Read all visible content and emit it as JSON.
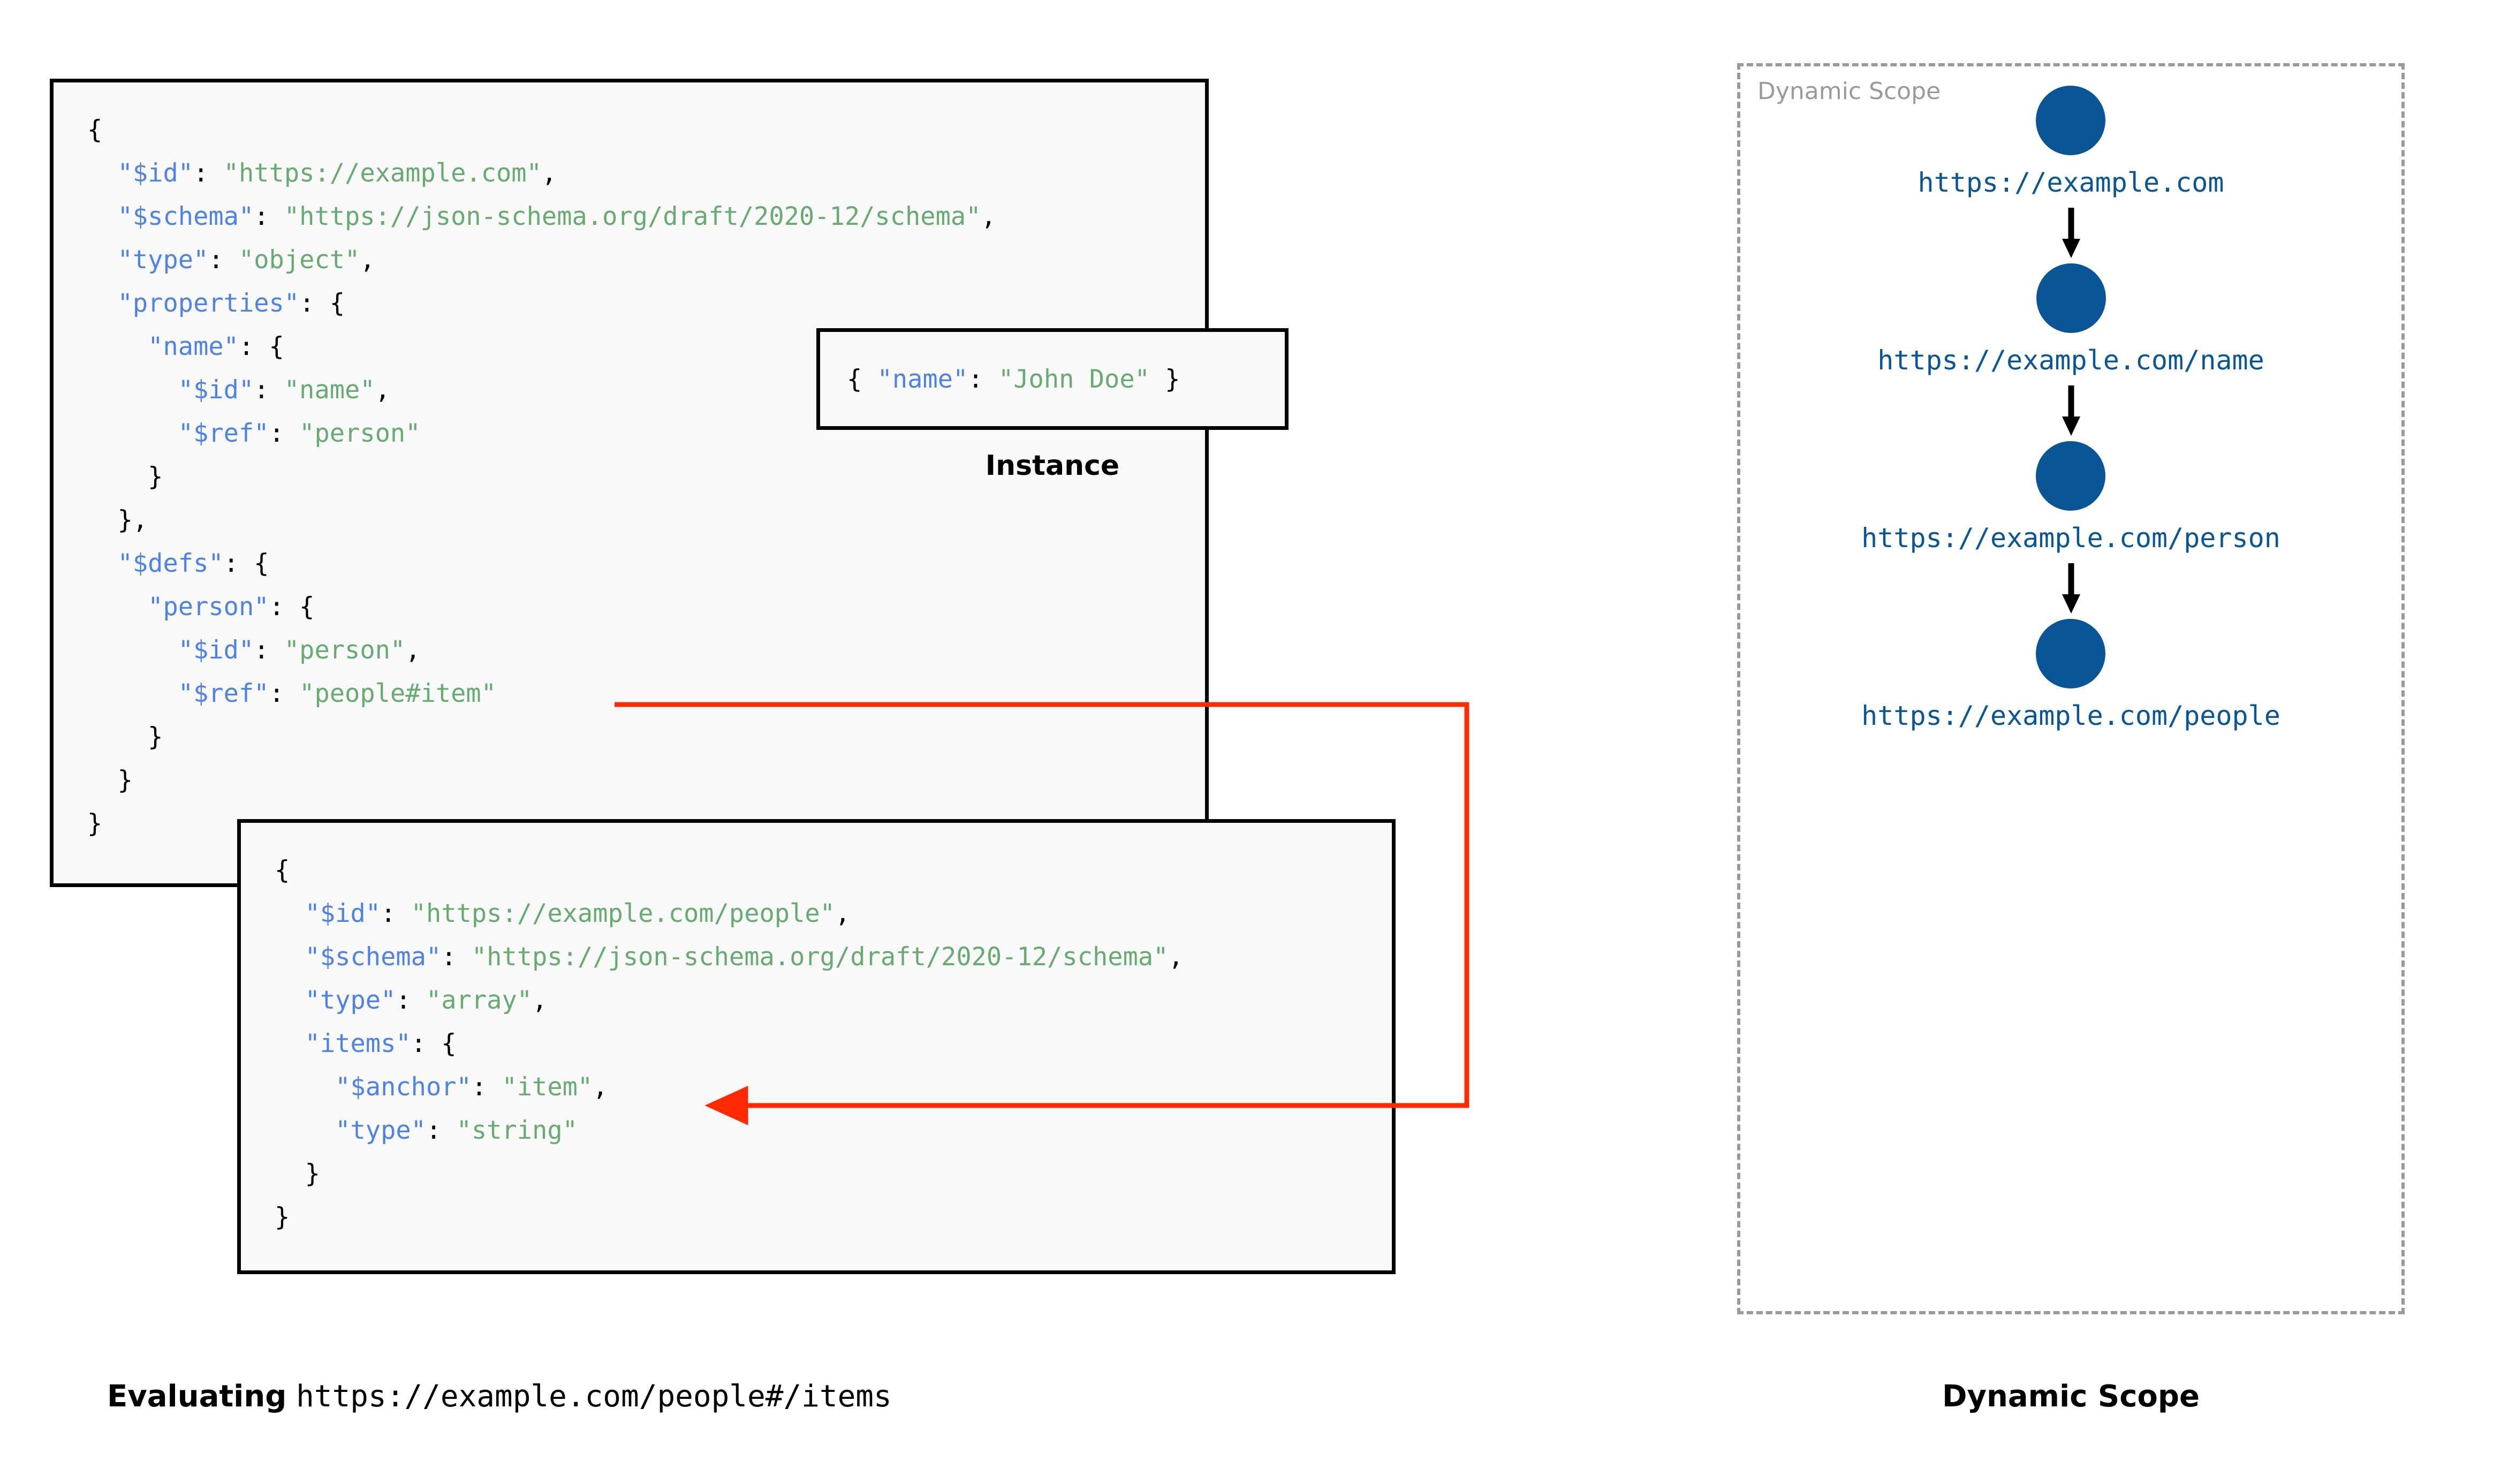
{
  "diagram": {
    "title_left": "Evaluating",
    "title_left_mono": "https://example.com/people#/items",
    "title_right": "Dynamic Scope"
  },
  "colors": {
    "json_key": "#4F82E8",
    "json_string": "#68AB72",
    "punctuation": "#000000",
    "scope_blue": "#0A5596",
    "scope_dashed_border": "#9a9a9a",
    "ref_arrow_red": "#FF2A00",
    "box_border": "#000000",
    "box_fill": "#f9f9f9"
  },
  "schema_root": {
    "name": "root-schema",
    "lines": [
      [
        {
          "t": "{",
          "c": "p"
        }
      ],
      [
        {
          "t": "  ",
          "c": "p"
        },
        {
          "t": "\"$id\"",
          "c": "k"
        },
        {
          "t": ": ",
          "c": "p"
        },
        {
          "t": "\"https://example.com\"",
          "c": "s"
        },
        {
          "t": ",",
          "c": "p"
        }
      ],
      [
        {
          "t": "  ",
          "c": "p"
        },
        {
          "t": "\"$schema\"",
          "c": "k"
        },
        {
          "t": ": ",
          "c": "p"
        },
        {
          "t": "\"https://json-schema.org/draft/2020-12/schema\"",
          "c": "s"
        },
        {
          "t": ",",
          "c": "p"
        }
      ],
      [
        {
          "t": "  ",
          "c": "p"
        },
        {
          "t": "\"type\"",
          "c": "k"
        },
        {
          "t": ": ",
          "c": "p"
        },
        {
          "t": "\"object\"",
          "c": "s"
        },
        {
          "t": ",",
          "c": "p"
        }
      ],
      [
        {
          "t": "  ",
          "c": "p"
        },
        {
          "t": "\"properties\"",
          "c": "k"
        },
        {
          "t": ": {",
          "c": "p"
        }
      ],
      [
        {
          "t": "    ",
          "c": "p"
        },
        {
          "t": "\"name\"",
          "c": "k"
        },
        {
          "t": ": {",
          "c": "p"
        }
      ],
      [
        {
          "t": "      ",
          "c": "p"
        },
        {
          "t": "\"$id\"",
          "c": "k"
        },
        {
          "t": ": ",
          "c": "p"
        },
        {
          "t": "\"name\"",
          "c": "s"
        },
        {
          "t": ",",
          "c": "p"
        }
      ],
      [
        {
          "t": "      ",
          "c": "p"
        },
        {
          "t": "\"$ref\"",
          "c": "k"
        },
        {
          "t": ": ",
          "c": "p"
        },
        {
          "t": "\"person\"",
          "c": "s"
        }
      ],
      [
        {
          "t": "    }",
          "c": "p"
        }
      ],
      [
        {
          "t": "  },",
          "c": "p"
        }
      ],
      [
        {
          "t": "  ",
          "c": "p"
        },
        {
          "t": "\"$defs\"",
          "c": "k"
        },
        {
          "t": ": {",
          "c": "p"
        }
      ],
      [
        {
          "t": "    ",
          "c": "p"
        },
        {
          "t": "\"person\"",
          "c": "k"
        },
        {
          "t": ": {",
          "c": "p"
        }
      ],
      [
        {
          "t": "      ",
          "c": "p"
        },
        {
          "t": "\"$id\"",
          "c": "k"
        },
        {
          "t": ": ",
          "c": "p"
        },
        {
          "t": "\"person\"",
          "c": "s"
        },
        {
          "t": ",",
          "c": "p"
        }
      ],
      [
        {
          "t": "      ",
          "c": "p"
        },
        {
          "t": "\"$ref\"",
          "c": "k"
        },
        {
          "t": ": ",
          "c": "p"
        },
        {
          "t": "\"people#item\"",
          "c": "s"
        }
      ],
      [
        {
          "t": "    }",
          "c": "p"
        }
      ],
      [
        {
          "t": "  }",
          "c": "p"
        }
      ],
      [
        {
          "t": "}",
          "c": "p"
        }
      ]
    ]
  },
  "instance": {
    "caption": "Instance",
    "lines": [
      [
        {
          "t": "{ ",
          "c": "p"
        },
        {
          "t": "\"name\"",
          "c": "k"
        },
        {
          "t": ": ",
          "c": "p"
        },
        {
          "t": "\"John Doe\"",
          "c": "s"
        },
        {
          "t": " }",
          "c": "p"
        }
      ]
    ]
  },
  "schema_people": {
    "name": "people-schema",
    "lines": [
      [
        {
          "t": "{",
          "c": "p"
        }
      ],
      [
        {
          "t": "  ",
          "c": "p"
        },
        {
          "t": "\"$id\"",
          "c": "k"
        },
        {
          "t": ": ",
          "c": "p"
        },
        {
          "t": "\"https://example.com/people\"",
          "c": "s"
        },
        {
          "t": ",",
          "c": "p"
        }
      ],
      [
        {
          "t": "  ",
          "c": "p"
        },
        {
          "t": "\"$schema\"",
          "c": "k"
        },
        {
          "t": ": ",
          "c": "p"
        },
        {
          "t": "\"https://json-schema.org/draft/2020-12/schema\"",
          "c": "s"
        },
        {
          "t": ",",
          "c": "p"
        }
      ],
      [
        {
          "t": "  ",
          "c": "p"
        },
        {
          "t": "\"type\"",
          "c": "k"
        },
        {
          "t": ": ",
          "c": "p"
        },
        {
          "t": "\"array\"",
          "c": "s"
        },
        {
          "t": ",",
          "c": "p"
        }
      ],
      [
        {
          "t": "  ",
          "c": "p"
        },
        {
          "t": "\"items\"",
          "c": "k"
        },
        {
          "t": ": {",
          "c": "p"
        }
      ],
      [
        {
          "t": "    ",
          "c": "p"
        },
        {
          "t": "\"$anchor\"",
          "c": "k"
        },
        {
          "t": ": ",
          "c": "p"
        },
        {
          "t": "\"item\"",
          "c": "s"
        },
        {
          "t": ",",
          "c": "p"
        }
      ],
      [
        {
          "t": "    ",
          "c": "p"
        },
        {
          "t": "\"type\"",
          "c": "k"
        },
        {
          "t": ": ",
          "c": "p"
        },
        {
          "t": "\"string\"",
          "c": "s"
        }
      ],
      [
        {
          "t": "  }",
          "c": "p"
        }
      ],
      [
        {
          "t": "}",
          "c": "p"
        }
      ]
    ]
  },
  "dynamic_scope": {
    "panel_label": "Dynamic Scope",
    "nodes": [
      {
        "label": "https://example.com"
      },
      {
        "label": "https://example.com/name"
      },
      {
        "label": "https://example.com/person"
      },
      {
        "label": "https://example.com/people"
      }
    ]
  },
  "ref_arrow": {
    "from": "\"$ref\": \"people#item\"",
    "to": "\"$anchor\": \"item\""
  }
}
